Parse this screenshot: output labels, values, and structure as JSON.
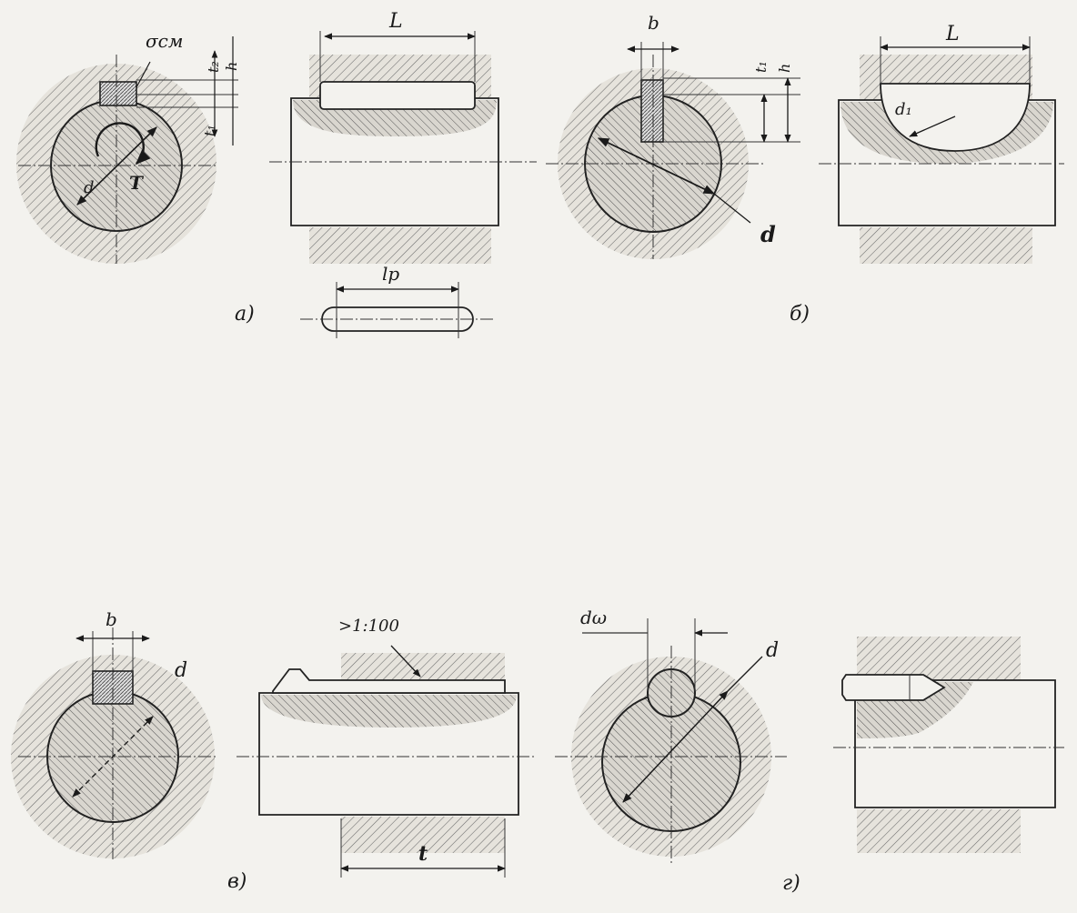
{
  "labels": {
    "sigma_cm": "σсм",
    "t2": "t₂",
    "h_a": "h",
    "t1_a": "t₁",
    "d_a": "d",
    "T": "T",
    "L_a": "L",
    "lp": "lр",
    "fig_a": "а)",
    "b_b": "b",
    "t1_b": "t₁",
    "h_b": "h",
    "d_b": "d",
    "L_b": "L",
    "d1": "d₁",
    "fig_b": "б)",
    "b_v": "b",
    "d_v": "d",
    "taper": ">1:100",
    "t_v": "t",
    "fig_v": "в)",
    "dw": "dω",
    "d_g": "d",
    "fig_g": "г)"
  }
}
